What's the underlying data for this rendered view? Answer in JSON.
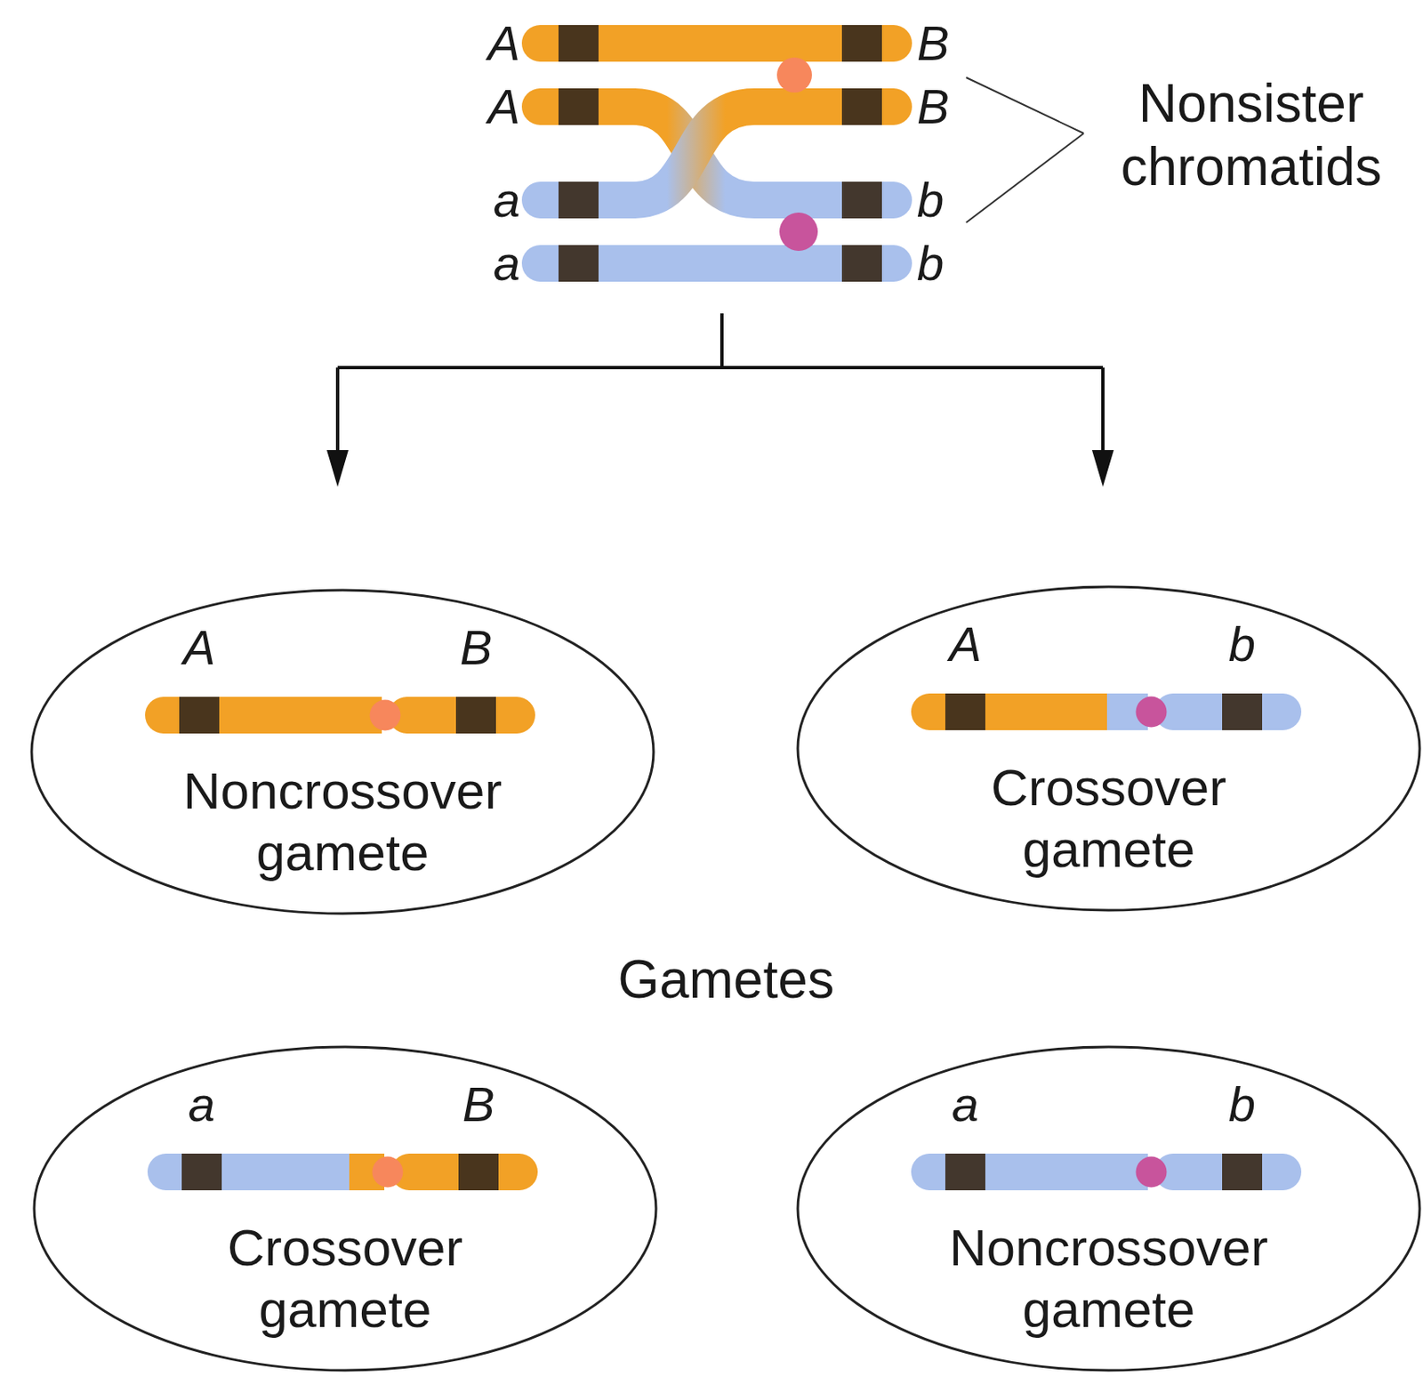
{
  "diagram": {
    "nodes": [
      {
        "text": [
          "A",
          "B",
          "Noncrossover gamete"
        ]
      },
      {
        "text": [
          "A",
          "b",
          "Crossover gamete"
        ]
      },
      {
        "text": [
          "a",
          "B",
          "Crossover gamete"
        ]
      },
      {
        "text": [
          "a",
          "b",
          "Noncrossover gamete"
        ]
      }
    ],
    "labels": [
      "A",
      "B",
      "A",
      "B",
      "a",
      "b",
      "a",
      "b",
      "Nonsister chromatids",
      "Gametes"
    ]
  }
}
